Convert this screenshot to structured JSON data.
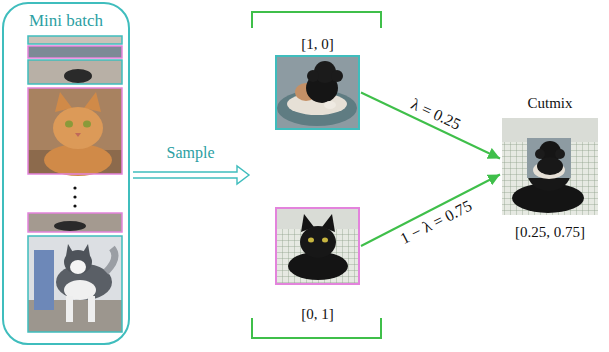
{
  "diagram": {
    "nodes": [
      {
        "text": [
          "Mini batch"
        ]
      },
      {
        "text": []
      },
      {
        "text": [
          "[1, 0]"
        ],
        "in": 1
      },
      {
        "text": [
          "[0, 1]"
        ],
        "in": 1
      },
      {
        "text": [
          "Cutmix",
          "[0.25, 0.75]"
        ]
      }
    ],
    "edges": [
      {
        "from": 0,
        "to": 1,
        "arrow": "to",
        "label": "Sample"
      },
      {
        "from": 2,
        "to": 4,
        "arrow": "to",
        "label": "λ = 0.25"
      },
      {
        "from": 3,
        "to": 4,
        "arrow": "to",
        "label": "1 − λ = 0.75"
      }
    ]
  }
}
